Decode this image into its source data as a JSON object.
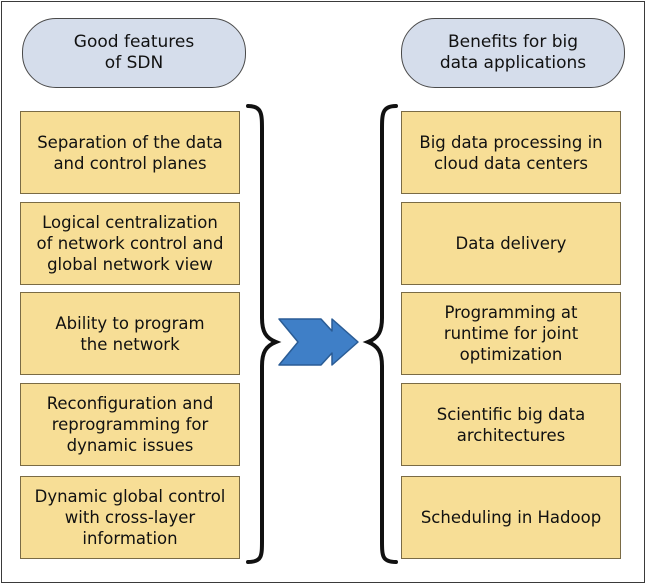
{
  "left_header": "Good features\nof SDN",
  "right_header": "Benefits for big\ndata applications",
  "features": [
    "Separation of the data\nand control planes",
    "Logical centralization\nof network control and\nglobal network view",
    "Ability to program\nthe network",
    "Reconfiguration and\nreprogramming for\ndynamic issues",
    "Dynamic global control\nwith cross-layer\ninformation"
  ],
  "benefits": [
    "Big data processing in\ncloud data centers",
    "Data delivery",
    "Programming at\nruntime for joint\noptimization",
    "Scientific big data\narchitectures",
    "Scheduling in Hadoop"
  ],
  "colors": {
    "header_fill": "#d5ddeb",
    "box_fill": "#f7de96",
    "arrow_fill": "#3f7fc7"
  }
}
